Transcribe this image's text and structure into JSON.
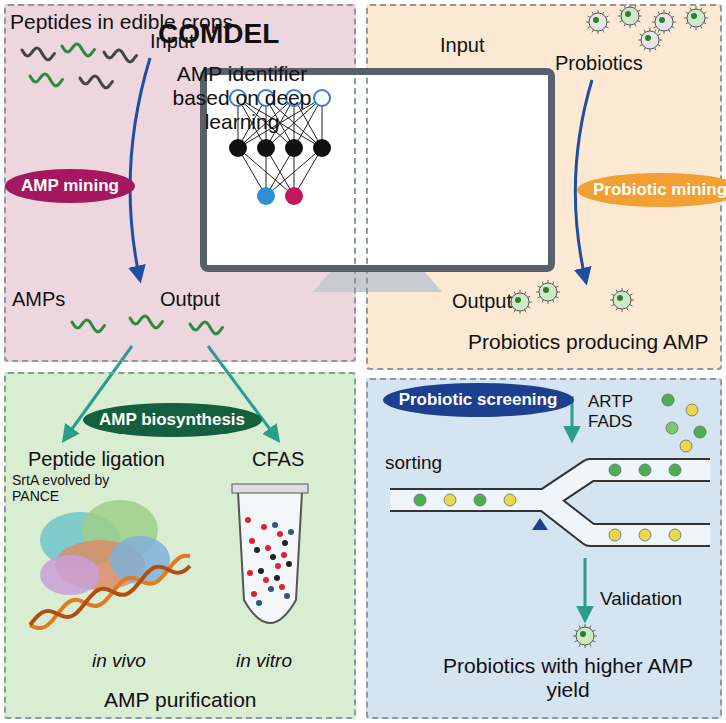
{
  "diagram": {
    "nodes": [
      {
        "text": [
          "Peptides in edible crops",
          "Input",
          "Output",
          "AMPs"
        ]
      },
      {
        "text": [
          "AMP mining"
        ],
        "in": 0
      },
      {
        "text": [
          "Input",
          "Probiotics",
          "Output",
          "Probiotics producing AMP"
        ]
      },
      {
        "text": [
          "Probiotic mining"
        ],
        "in": 2
      },
      {
        "text": [
          "COMDEL",
          "AMP identifier based on deep learning"
        ]
      },
      {
        "text": [
          "Peptide ligation",
          "SrtA evolved by PANCE",
          "CFAS",
          "in vivo",
          "in vitro",
          "AMP purification"
        ]
      },
      {
        "text": [
          "AMP biosynthesis"
        ],
        "in": 5
      },
      {
        "text": [
          "ARTP FADS",
          "sorting",
          "Validation",
          "Probiotics with higher AMP yield"
        ]
      },
      {
        "text": [
          "Probiotic screening"
        ],
        "in": 7
      }
    ]
  }
}
